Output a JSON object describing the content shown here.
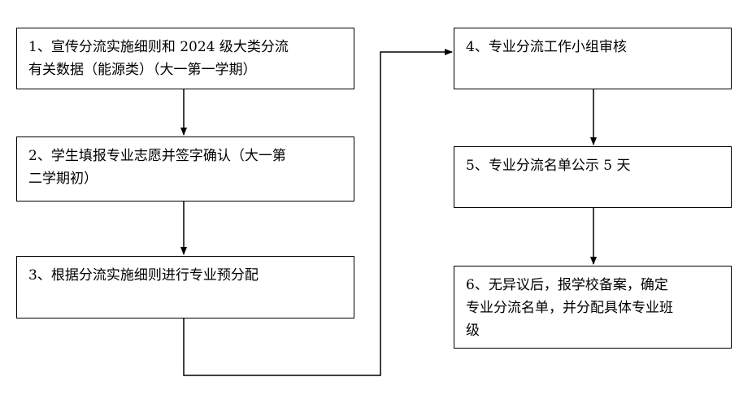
{
  "flowchart": {
    "steps": [
      {
        "id": 1,
        "text": "1、宣传分流实施细则和 2024 级大类分流\n有关数据（能源类）（大一第一学期）"
      },
      {
        "id": 2,
        "text": "2、学生填报专业志愿并签字确认（大一第\n二学期初）"
      },
      {
        "id": 3,
        "text": "3、根据分流实施细则进行专业预分配"
      },
      {
        "id": 4,
        "text": "4、专业分流工作小组审核"
      },
      {
        "id": 5,
        "text": "5、专业分流名单公示 5 天"
      },
      {
        "id": 6,
        "text": "6、无异议后，报学校备案，确定\n专业分流名单，并分配具体专业班\n级"
      }
    ]
  }
}
